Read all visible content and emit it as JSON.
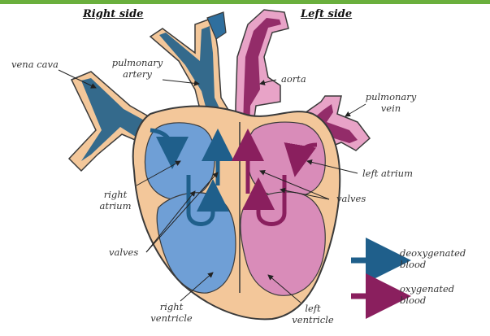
{
  "headers": {
    "right_side": "Right side",
    "left_side": "Left side"
  },
  "labels": {
    "vena_cava": "vena cava",
    "pulmonary_artery_line1": "pulmonary",
    "pulmonary_artery_line2": "artery",
    "aorta": "aorta",
    "pulmonary_vein_line1": "pulmonary",
    "pulmonary_vein_line2": "vein",
    "left_atrium": "left atrium",
    "right_atrium_line1": "right",
    "right_atrium_line2": "atrium",
    "valves_left": "valves",
    "valves_right": "valves",
    "right_ventricle_line1": "right",
    "right_ventricle_line2": "ventricle",
    "left_ventricle_line1": "left",
    "left_ventricle_line2": "ventricle"
  },
  "legend": {
    "deoxygenated_line1": "deoxygenated",
    "deoxygenated_line2": "blood",
    "oxygenated_line1": "oxygenated",
    "oxygenated_line2": "blood"
  },
  "colors": {
    "top_border": "#6aaf3d",
    "heart_wall": "#f3c79a",
    "outline": "#3a3a3a",
    "right_chamber": "#6f9fd6",
    "left_chamber": "#d98cb9",
    "deoxygenated": "#1f5f8b",
    "oxygenated": "#8a1f5e"
  }
}
